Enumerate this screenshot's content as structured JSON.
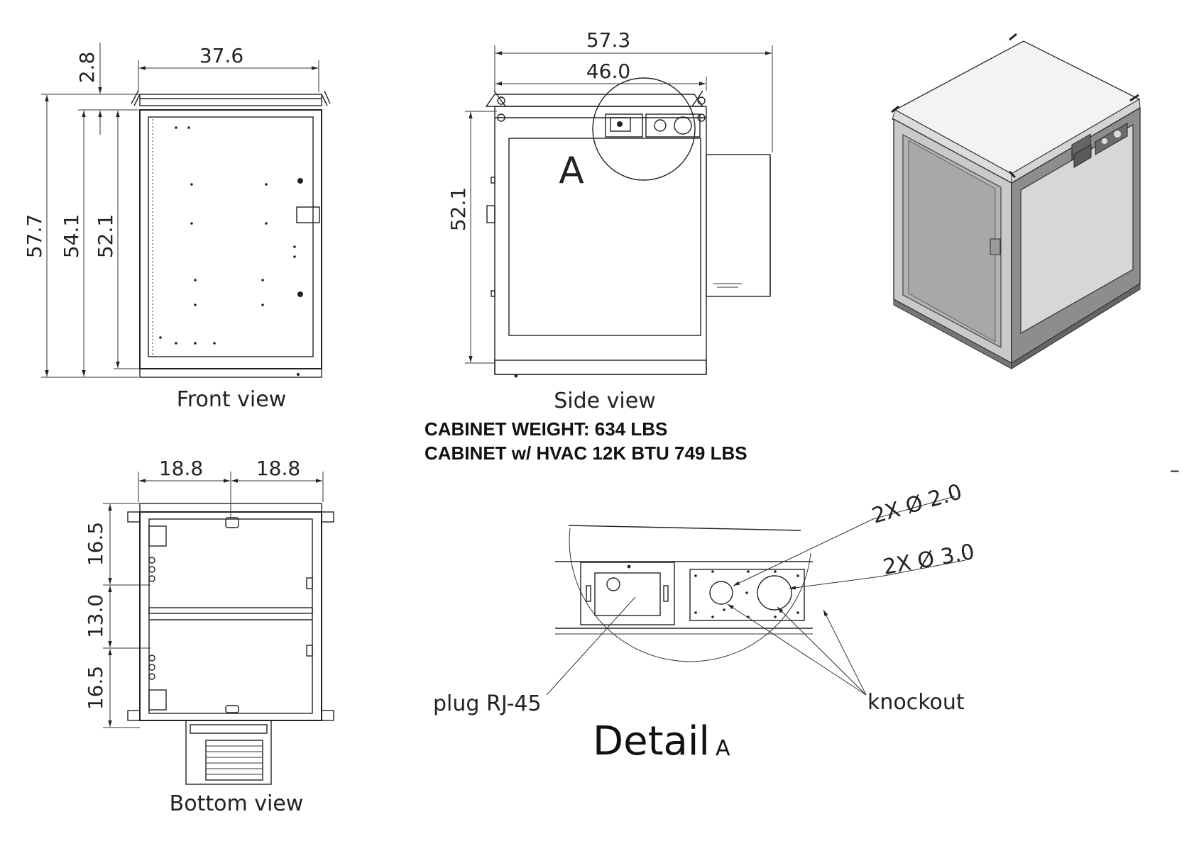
{
  "front_view": {
    "caption": "Front view",
    "dim_width": "37.6",
    "dim_top": "2.8",
    "dim_total_height": "57.7",
    "dim_height_mid": "54.1",
    "dim_height_inner": "52.1"
  },
  "side_view": {
    "caption": "Side view",
    "dim_overall_width": "57.3",
    "dim_body_width": "46.0",
    "dim_height": "52.1",
    "detail_marker": "A"
  },
  "bottom_view": {
    "caption": "Bottom view",
    "dim_left_half": "18.8",
    "dim_right_half": "18.8",
    "dim_section_top": "16.5",
    "dim_section_mid": "13.0",
    "dim_section_bottom": "16.5"
  },
  "weights": {
    "cabinet": "CABINET WEIGHT: 634 LBS",
    "cabinet_hvac": "CABINET w/ HVAC 12K BTU 749 LBS"
  },
  "detail": {
    "title": "Detail",
    "marker": "A",
    "callout_small_holes": "2X Ø 2.0",
    "callout_large_holes": "2X Ø 3.0",
    "label_plug": "plug RJ-45",
    "label_knockout": "knockout"
  },
  "margin_mark": "–"
}
